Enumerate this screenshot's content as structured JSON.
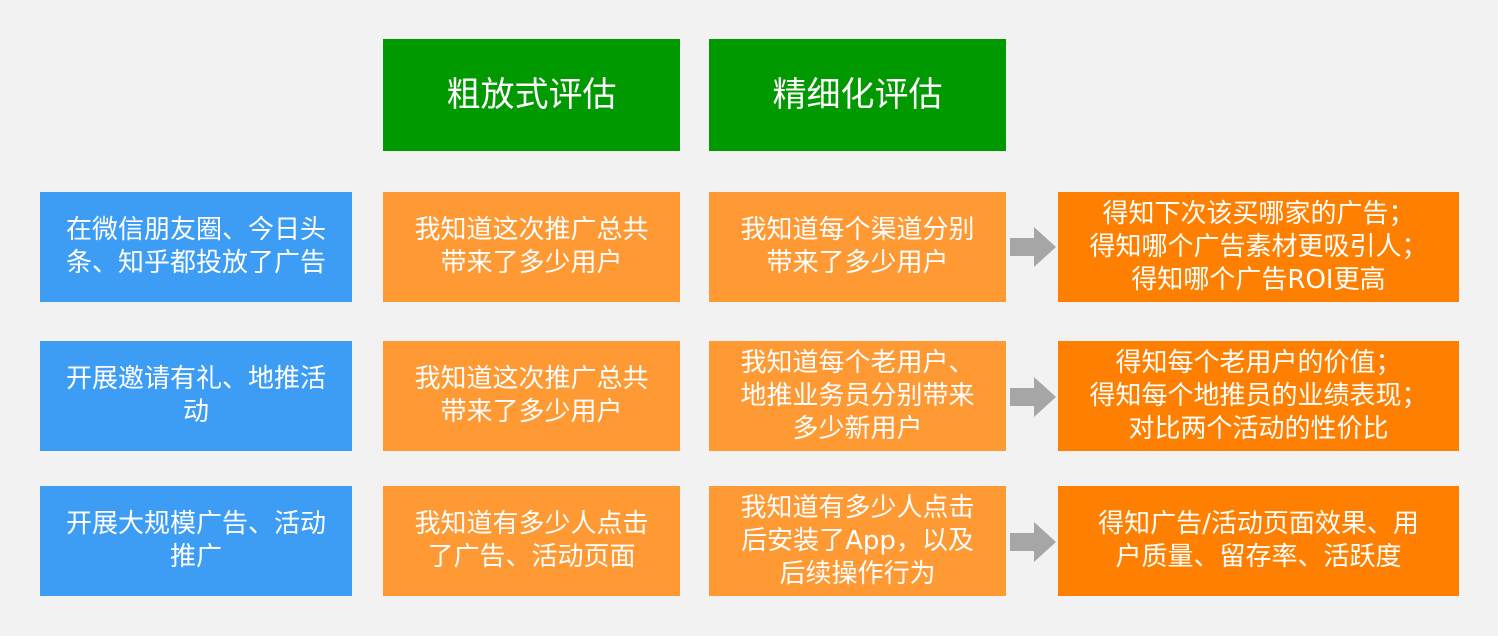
{
  "headers": {
    "coarse": "粗放式评估",
    "fine": "精细化评估"
  },
  "rows": [
    {
      "scenario": "在微信朋友圈、今日头\n条、知乎都投放了广告",
      "coarse": "我知道这次推广总共\n带来了多少用户",
      "fine": "我知道每个渠道分别\n带来了多少用户",
      "outcome": "得知下次该买哪家的广告；\n得知哪个广告素材更吸引人；\n得知哪个广告ROI更高"
    },
    {
      "scenario": "开展邀请有礼、地推活\n动",
      "coarse": "我知道这次推广总共\n带来了多少用户",
      "fine": "我知道每个老用户、\n地推业务员分别带来\n多少新用户",
      "outcome": "得知每个老用户的价值；\n得知每个地推员的业绩表现；\n对比两个活动的性价比"
    },
    {
      "scenario": "开展大规模广告、活动\n推广",
      "coarse": "我知道有多少人点击\n了广告、活动页面",
      "fine": "我知道有多少人点击\n后安装了App，以及\n后续操作行为",
      "outcome": "得知广告/活动页面效果、用\n户质量、留存率、活跃度"
    }
  ],
  "colors": {
    "header": "#009900",
    "scenario": "#3d9df4",
    "evaluation": "#ff9933",
    "outcome": "#ff8000",
    "arrow": "#a6a6a6",
    "background": "#f2f2f2"
  },
  "icons": {
    "connector": "right-arrow-icon"
  }
}
